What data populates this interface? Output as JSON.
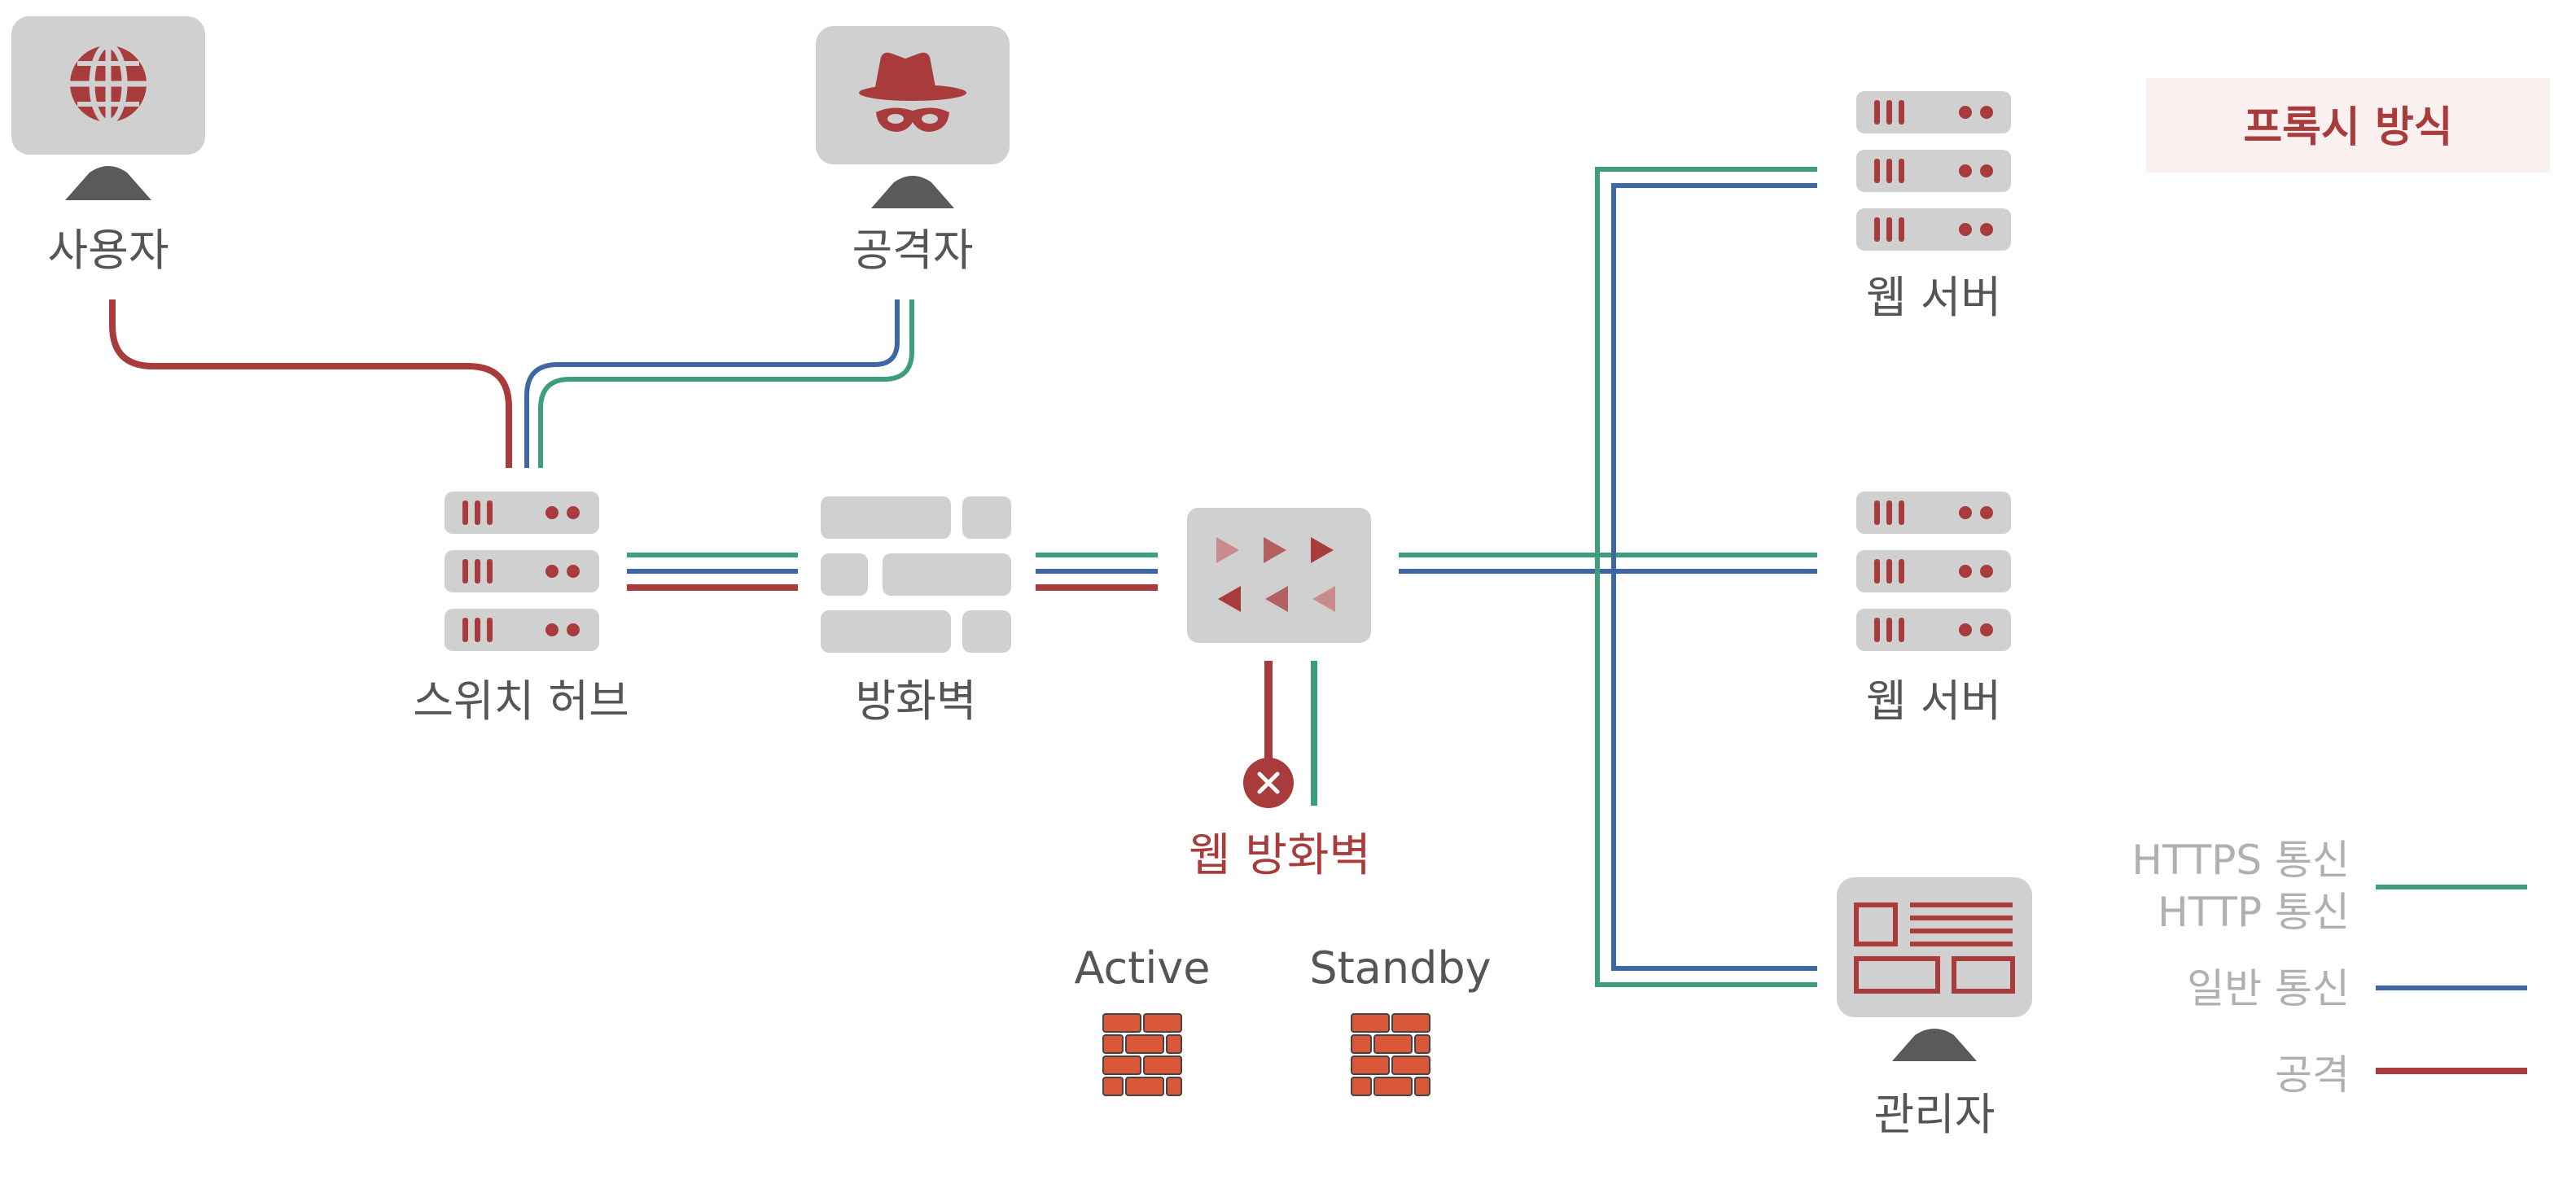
{
  "title": "프록시 방식",
  "nodes": {
    "user": "사용자",
    "attacker": "공격자",
    "switch_hub": "스위치 허브",
    "firewall": "방화벽",
    "waf": "웹 방화벽",
    "web_server_1": "웹 서버",
    "web_server_2": "웹 서버",
    "admin": "관리자",
    "active": "Active",
    "standby": "Standby"
  },
  "legend": [
    {
      "label": "HTTPS 통신",
      "color": "#3e9e7c"
    },
    {
      "label": "HTTP 통신",
      "color": "#3e9e7c"
    },
    {
      "label": "일반 통신",
      "color": "#3f67a3"
    },
    {
      "label": "공격",
      "color": "#a83c3c"
    }
  ],
  "colors": {
    "attack": "#a83c3c",
    "https": "#3e9e7c",
    "normal": "#3f67a3",
    "device": "#d0d0d0",
    "stand": "#5a5a5a",
    "brick": "#d9583a",
    "title_bg": "#fbf0f0"
  },
  "icons": {
    "user": "globe-icon",
    "attacker": "masked-spy-icon",
    "admin": "dashboard-icon",
    "waf": "waf-arrows-icon",
    "blocked": "blocked-x-icon",
    "firewall_unit": "brick-wall-icon"
  }
}
